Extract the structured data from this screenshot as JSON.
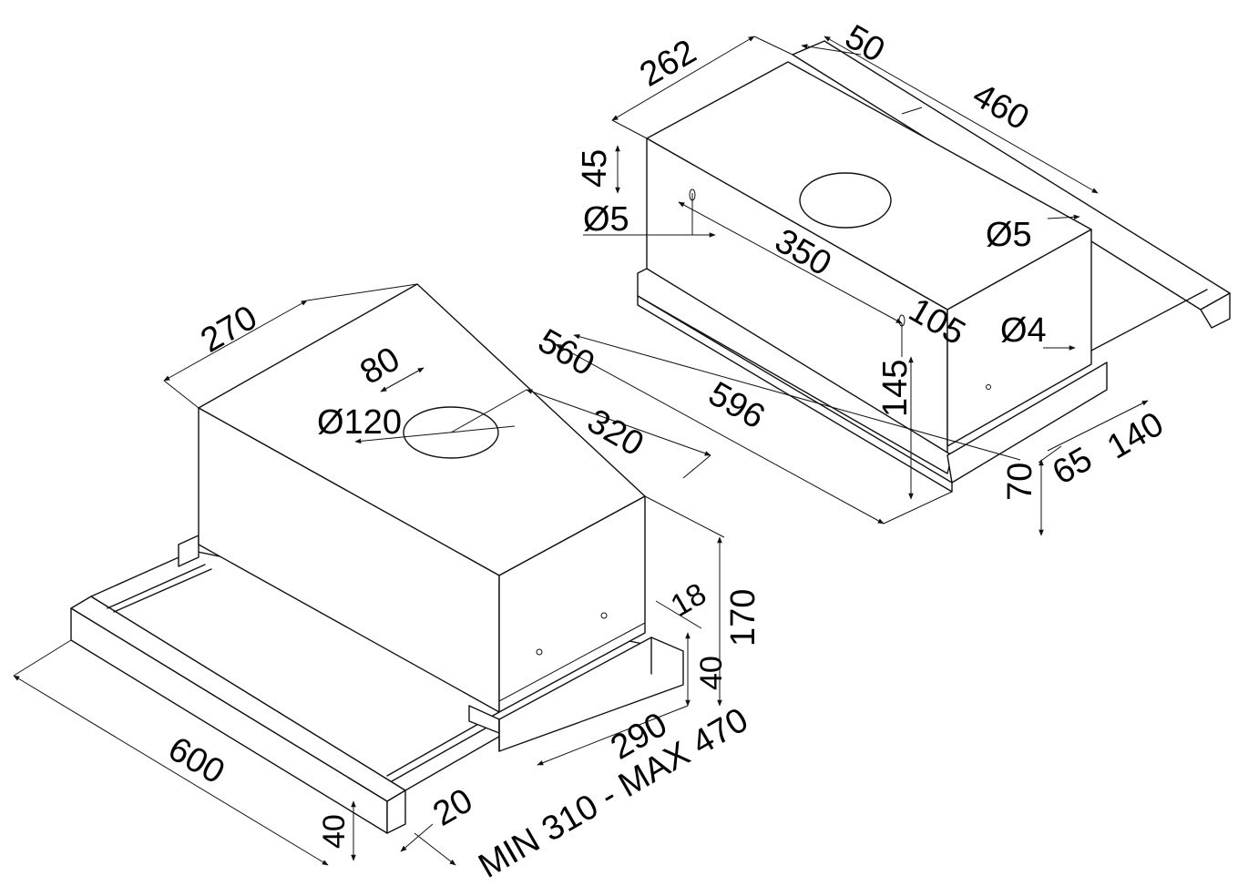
{
  "colors": {
    "line": "#111111",
    "background": "#ffffff"
  },
  "left_view": {
    "dims": {
      "d270": "270",
      "d80": "80",
      "d120": "Ø120",
      "d320": "320",
      "d170": "170",
      "d18": "18",
      "d40a": "40",
      "d290": "290",
      "d600": "600",
      "d40b": "40",
      "d20": "20",
      "minmax": "MIN 310 - MAX 470"
    }
  },
  "right_view": {
    "dims": {
      "d262": "262",
      "d50": "50",
      "d460": "460",
      "d45": "45",
      "d5a": "Ø5",
      "d5b": "Ø5",
      "d350": "350",
      "d105": "105",
      "d4": "Ø4",
      "d560": "560",
      "d596": "596",
      "d145": "145",
      "d140": "140",
      "d65": "65",
      "d70": "70"
    }
  }
}
